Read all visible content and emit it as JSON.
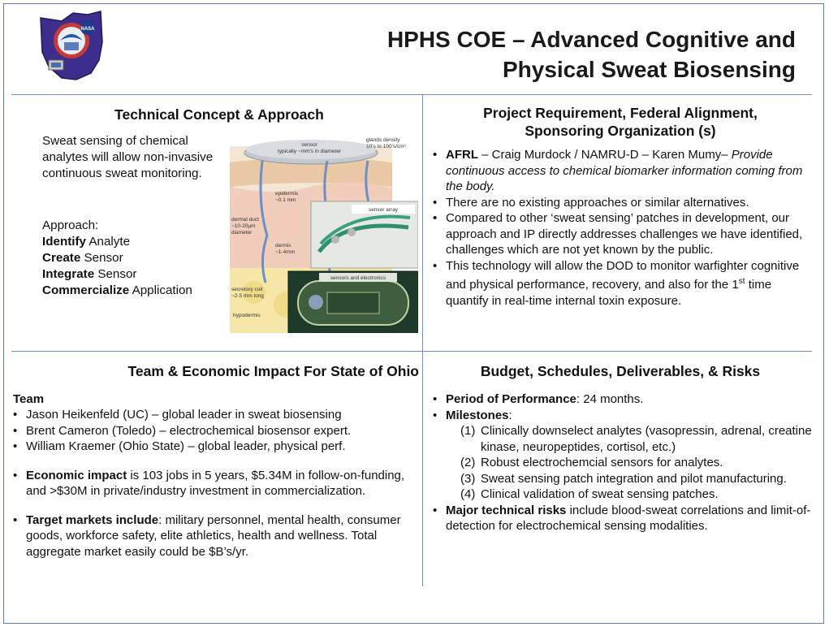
{
  "header": {
    "title_line1": "HPHS COE – Advanced Cognitive and",
    "title_line2": "Physical Sweat Biosensing",
    "logo_text": "NASA"
  },
  "technical": {
    "heading": "Technical Concept & Approach",
    "intro": "Sweat sensing of chemical analytes will allow non-invasive continuous sweat monitoring.",
    "approach_label": "Approach:",
    "steps": [
      {
        "bold": "Identify",
        "rest": " Analyte"
      },
      {
        "bold": "Create",
        "rest": " Sensor"
      },
      {
        "bold": "Integrate",
        "rest": " Sensor"
      },
      {
        "bold": "Commercialize",
        "rest": " Application"
      }
    ],
    "diagram_labels": {
      "sensor": "sensor",
      "sensor_size": "typically ~mm's in diameter",
      "glands_density": "glands density",
      "glands_density_value": "10's to 100's/cm²",
      "epidermis": "epidermis",
      "epidermis_value": "~0.1 mm",
      "dermal_duct": "dermal duct",
      "dermal_duct_value": "~10-20µm",
      "dermal_duct_unit": "diameter",
      "dermis": "dermis",
      "dermis_value": "~1-4mm",
      "sensor_array": "sensor array",
      "sensors_electronics": "sensors and electronics",
      "secretory_coil": "secretory coil",
      "secretory_coil_value": "~2-5 mm long",
      "hypodermis": "hypodermis"
    }
  },
  "requirements": {
    "heading_line1": "Project Requirement, Federal Alignment,",
    "heading_line2": "Sponsoring Organization (s)",
    "item1_bold": "AFRL",
    "item1_rest": " – Craig Murdock / NAMRU-D – Karen Mumy– ",
    "item1_italic": "Provide continuous access to chemical biomarker information coming from the body.",
    "item2": "There are no existing approaches or similar alternatives.",
    "item3": "Compared to other ‘sweat sensing’ patches in development, our approach and IP directly addresses challenges we have identified, challenges which are not yet known by the public.",
    "item4_a": "This technology will allow the DOD to monitor warfighter cognitive and physical performance, recovery, and also for the 1",
    "item4_sup": "st",
    "item4_b": " time quantify in real-time internal toxin exposure."
  },
  "team": {
    "heading": "Team & Economic Impact For State of Ohio",
    "team_label": "Team",
    "members": [
      "Jason Heikenfeld (UC) – global leader in sweat biosensing",
      "Brent Cameron (Toledo) – electrochemical biosensor expert.",
      "William Kraemer (Ohio State) – global leader, physical perf."
    ],
    "econ_bold": "Economic impact",
    "econ_rest": " is 103 jobs in 5 years, $5.34M in follow-on-funding, and >$30M in private/industry investment in commercialization.",
    "markets_bold": "Target markets include",
    "markets_rest": ":  military personnel, mental health, consumer goods, workforce safety, elite athletics, health and wellness.  Total aggregate market easily could be $B’s/yr."
  },
  "budget": {
    "heading": "Budget, Schedules, Deliverables, & Risks",
    "period_bold": "Period of Performance",
    "period_rest": ": 24 months.",
    "milestones_bold": "Milestones",
    "milestones_colon": ":",
    "milestones": [
      {
        "num": "(1)",
        "text": "Clinically downselect analytes (vasopressin, adrenal, creatine kinase, neuropeptides, cortisol, etc.)"
      },
      {
        "num": "(2)",
        "text": "Robust electrochemcial sensors for analytes."
      },
      {
        "num": "(3)",
        "text": "Sweat sensing patch integration and pilot manufacturing."
      },
      {
        "num": "(4)",
        "text": "Clinical validation of sweat sensing patches."
      }
    ],
    "risks_bold": "Major technical risks",
    "risks_rest": " include blood-sweat correlations and limit-of-detection for electrochemical sensing modalities."
  }
}
